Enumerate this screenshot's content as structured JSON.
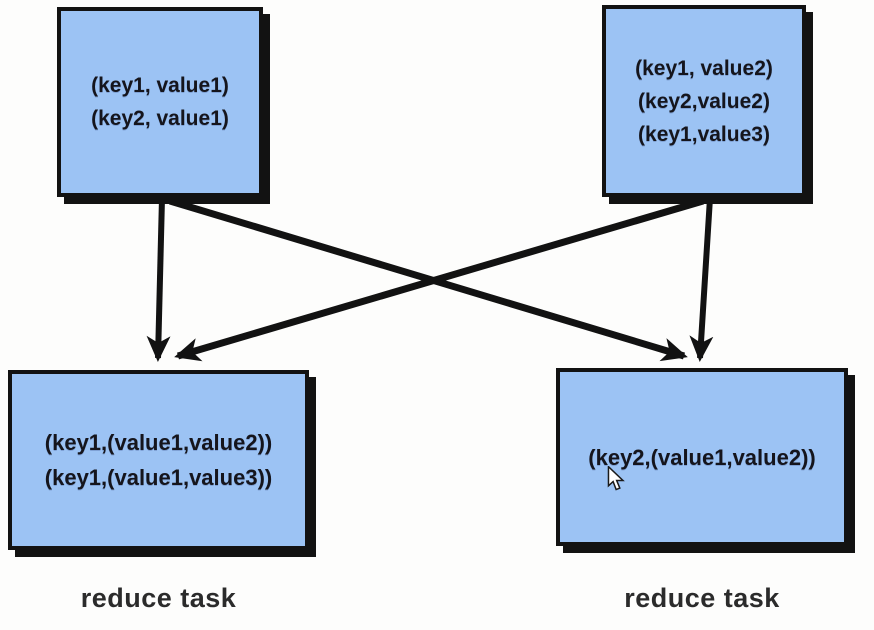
{
  "colors": {
    "background": "#fdfdfc",
    "box_fill": "#9cc3f4",
    "ink": "#121212",
    "label_ink": "#2b2b2b"
  },
  "boxes": {
    "top_left": {
      "lines": [
        "(key1, value1)",
        "(key2, value1)"
      ]
    },
    "top_right": {
      "lines": [
        "(key1, value2)",
        "(key2,value2)",
        "(key1,value3)"
      ]
    },
    "bottom_left": {
      "lines": [
        "(key1,(value1,value2))",
        "(key1,(value1,value3))"
      ],
      "label": "reduce task"
    },
    "bottom_right": {
      "lines": [
        "(key2,(value1,value2))"
      ],
      "label": "reduce task"
    }
  }
}
